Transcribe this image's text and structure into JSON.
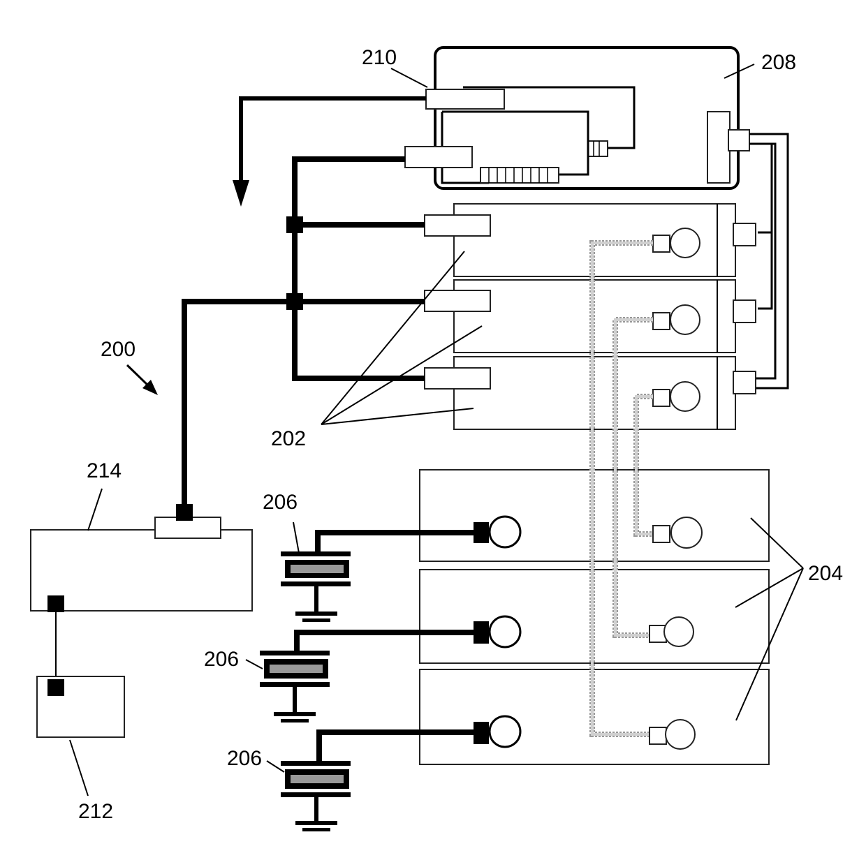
{
  "labels": {
    "ref_200": "200",
    "ref_202": "202",
    "ref_204": "204",
    "ref_206_top": "206",
    "ref_206_mid": "206",
    "ref_206_bottom": "206",
    "ref_208": "208",
    "ref_210": "210",
    "ref_212": "212",
    "ref_214": "214"
  }
}
